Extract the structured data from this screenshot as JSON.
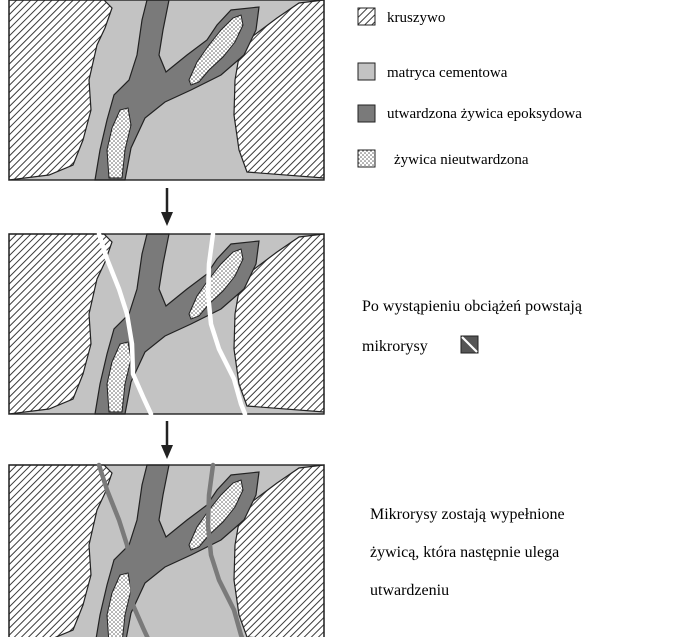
{
  "legend": {
    "aggregate": "kruszywo",
    "cement_matrix": "matryca cementowa",
    "cured_epoxy": "utwardzona żywica epoksydowa",
    "uncured_resin": "żywica nieutwardzona"
  },
  "notes": {
    "step2_line1": "Po wystąpieniu obciążeń powstają",
    "step2_line2": "mikrorysy",
    "step3_line1": "Mikrorysy zostają wypełnione",
    "step3_line2": "żywicą, która następnie ulega",
    "step3_line3": "utwardzeniu"
  },
  "colors": {
    "cement_matrix": "#c3c3c3",
    "cured_epoxy": "#7a7a7a",
    "aggregate_hatch": "#3a3a3a",
    "uncured_dots": "#555555",
    "open_crack": "#ffffff",
    "filled_crack": "#7a7a7a"
  }
}
